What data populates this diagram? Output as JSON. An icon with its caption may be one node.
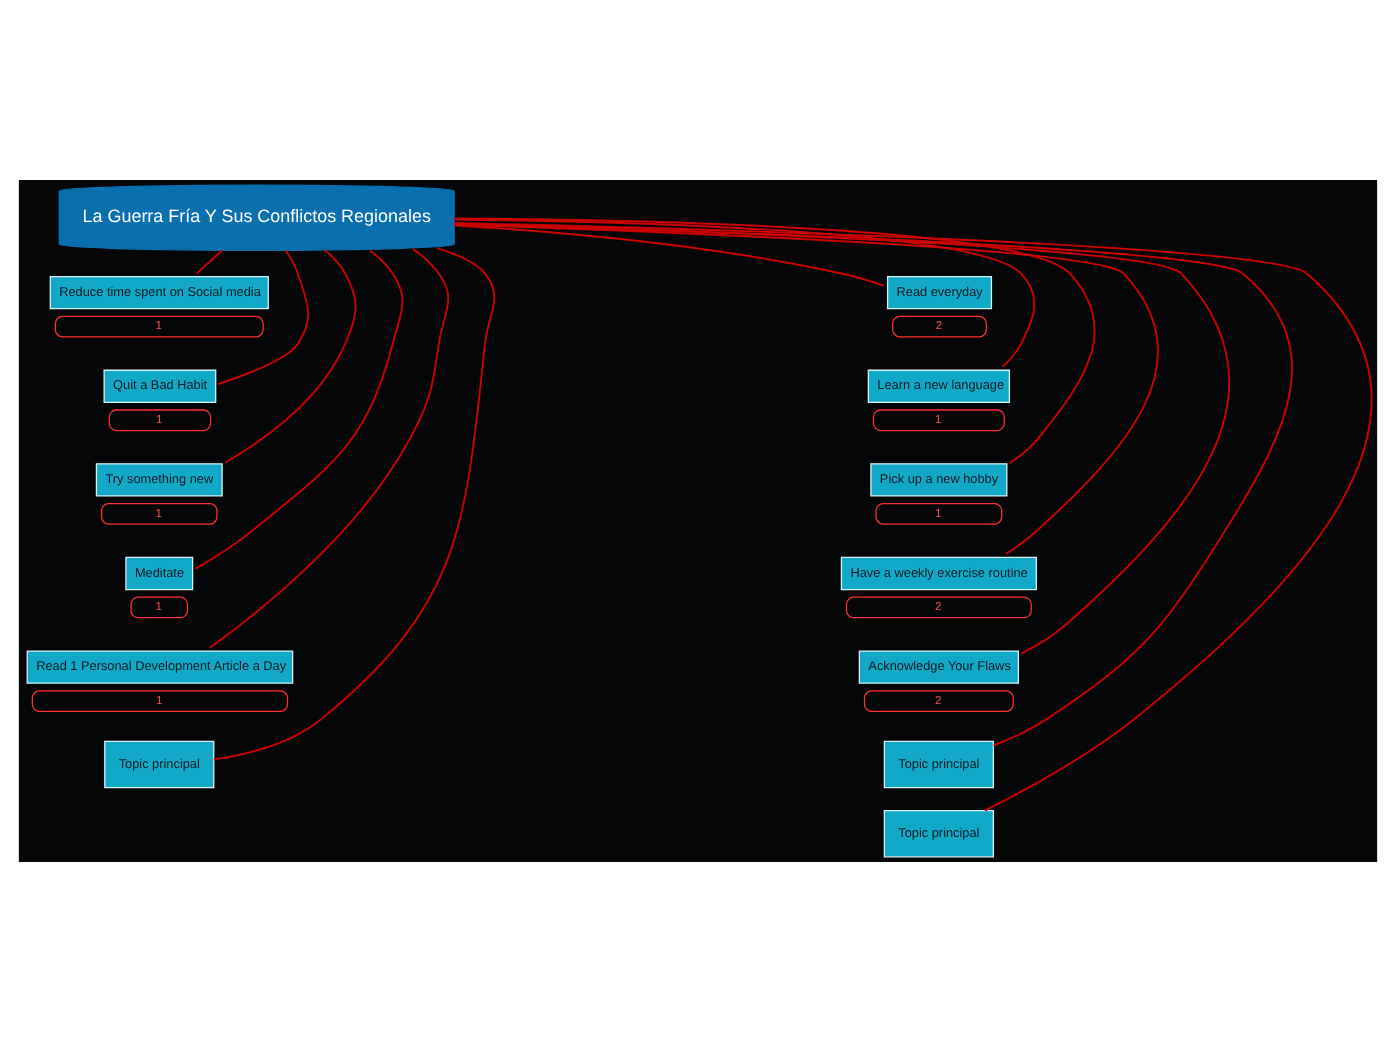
{
  "diagram": {
    "nodes": [
      {
        "text": [
          "La Guerra Fría Y Sus Conflictos Regionales"
        ]
      },
      {
        "text": [
          "Reduce time spent on Social media"
        ],
        "beside": [
          "1"
        ]
      },
      {
        "text": [
          "Quit a Bad Habit"
        ],
        "beside": [
          "1"
        ]
      },
      {
        "text": [
          "Try something new"
        ],
        "beside": [
          "1"
        ]
      },
      {
        "text": [
          "Meditate"
        ],
        "beside": [
          "1"
        ]
      },
      {
        "text": [
          "Read 1 Personal Development Article a Day"
        ],
        "beside": [
          "1"
        ]
      },
      {
        "text": [
          "Topic principal"
        ]
      },
      {
        "text": [
          "Read everyday"
        ],
        "beside": [
          "2"
        ]
      },
      {
        "text": [
          "Learn a new language"
        ],
        "beside": [
          "1"
        ]
      },
      {
        "text": [
          "Pick up a new hobby"
        ],
        "beside": [
          "1"
        ]
      },
      {
        "text": [
          "Have a weekly exercise routine"
        ],
        "beside": [
          "2"
        ]
      },
      {
        "text": [
          "Acknowledge Your Flaws"
        ],
        "beside": [
          "2"
        ]
      },
      {
        "text": [
          "Topic principal"
        ]
      },
      {
        "text": [
          "Topic principal"
        ]
      }
    ],
    "edges": [
      {
        "from": 0,
        "to": 1,
        "arrow": "none"
      },
      {
        "from": 0,
        "to": 2,
        "arrow": "none"
      },
      {
        "from": 0,
        "to": 3,
        "arrow": "none"
      },
      {
        "from": 0,
        "to": 4,
        "arrow": "none"
      },
      {
        "from": 0,
        "to": 5,
        "arrow": "none"
      },
      {
        "from": 0,
        "to": 6,
        "arrow": "none"
      },
      {
        "from": 0,
        "to": 7,
        "arrow": "none"
      },
      {
        "from": 0,
        "to": 8,
        "arrow": "none"
      },
      {
        "from": 0,
        "to": 9,
        "arrow": "none"
      },
      {
        "from": 0,
        "to": 10,
        "arrow": "none"
      },
      {
        "from": 0,
        "to": 11,
        "arrow": "none"
      },
      {
        "from": 0,
        "to": 12,
        "arrow": "none"
      },
      {
        "from": 0,
        "to": 13,
        "arrow": "none"
      }
    ]
  }
}
